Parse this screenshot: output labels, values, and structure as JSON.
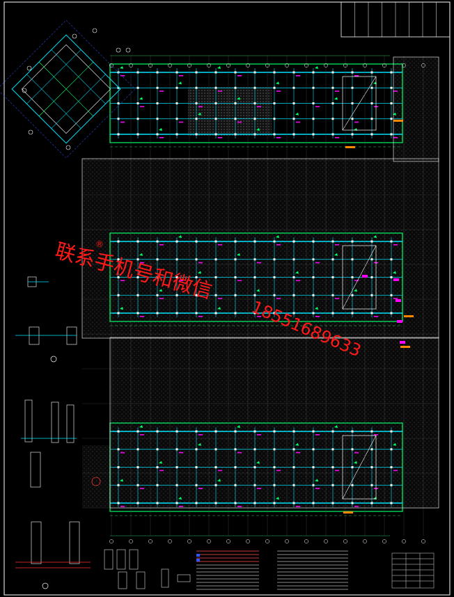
{
  "watermark": {
    "line1": "联系手机号和微信",
    "line2": "18551689633",
    "mark": "®"
  },
  "colors": {
    "background": "#000000",
    "frame": "#ffffff",
    "axis": "#00ff66",
    "beam": "#00e5ff",
    "column": "#ffffff",
    "grid": "#4a4a4a",
    "dim": "#30c060",
    "marker": "#ff00ff",
    "rebar_blue": "#2f55ff",
    "accent_orange": "#ff8800",
    "watermark": "#ff1a1a"
  },
  "title_block": {
    "cells": 8
  },
  "drawing": {
    "bands": 3,
    "hatched_zones": 2
  }
}
